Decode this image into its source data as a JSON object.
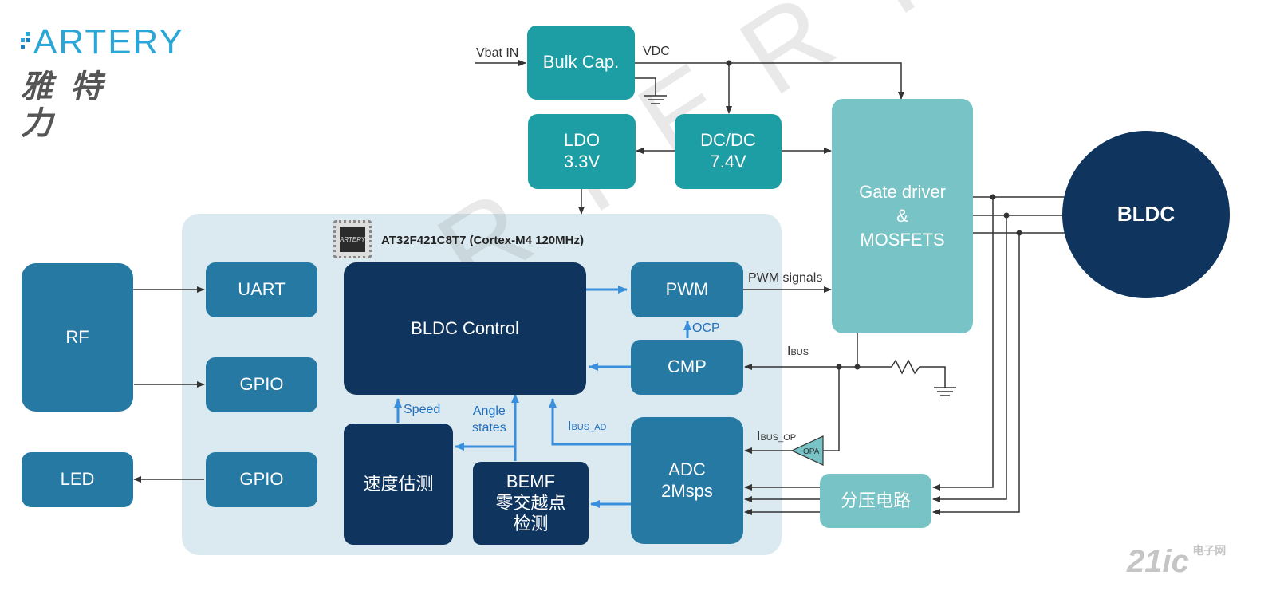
{
  "logo": {
    "brand": "ARTERY",
    "chinese": "雅特力"
  },
  "mcu": {
    "label": "AT32F421C8T7 (Cortex-M4 120MHz)",
    "chip_mark": "ARTERY"
  },
  "blocks": {
    "bulk_cap": "Bulk Cap.",
    "ldo": [
      "LDO",
      "3.3V"
    ],
    "dcdc": [
      "DC/DC",
      "7.4V"
    ],
    "gate_driver": [
      "Gate driver",
      "&",
      "MOSFETS"
    ],
    "bldc_motor": "BLDC",
    "rf": "RF",
    "led": "LED",
    "uart": "UART",
    "gpio1": "GPIO",
    "gpio2": "GPIO",
    "bldc_control": "BLDC Control",
    "pwm": "PWM",
    "cmp": "CMP",
    "adc": [
      "ADC",
      "2Msps"
    ],
    "speed_est": "速度估测",
    "bemf": [
      "BEMF",
      "零交越点",
      "检测"
    ],
    "divider": "分压电路",
    "opa": "OPA"
  },
  "labels": {
    "vbat_in": "Vbat IN",
    "vdc": "VDC",
    "pwm_signals": "PWM signals",
    "ocp": "OCP",
    "speed": "Speed",
    "angle_states": [
      "Angle",
      "states"
    ],
    "ibus_main": "I",
    "ibus_sub": "BUS",
    "ibus_ad_main": "I",
    "ibus_ad_sub": "BUS_AD",
    "ibus_op_main": "I",
    "ibus_op_sub": "BUS_OP"
  },
  "watermark": {
    "main": "A R T E R Y",
    "corner_21": "21ic",
    "corner_cn": "电子网"
  },
  "colors": {
    "teal": "#1d9da4",
    "light_teal": "#78c3c5",
    "mid_blue": "#2679a3",
    "dark_navy": "#0f345d",
    "panel_bg": "#dbeaf0",
    "signal_blue": "#3a8fdc",
    "wire_gray": "#333333"
  }
}
